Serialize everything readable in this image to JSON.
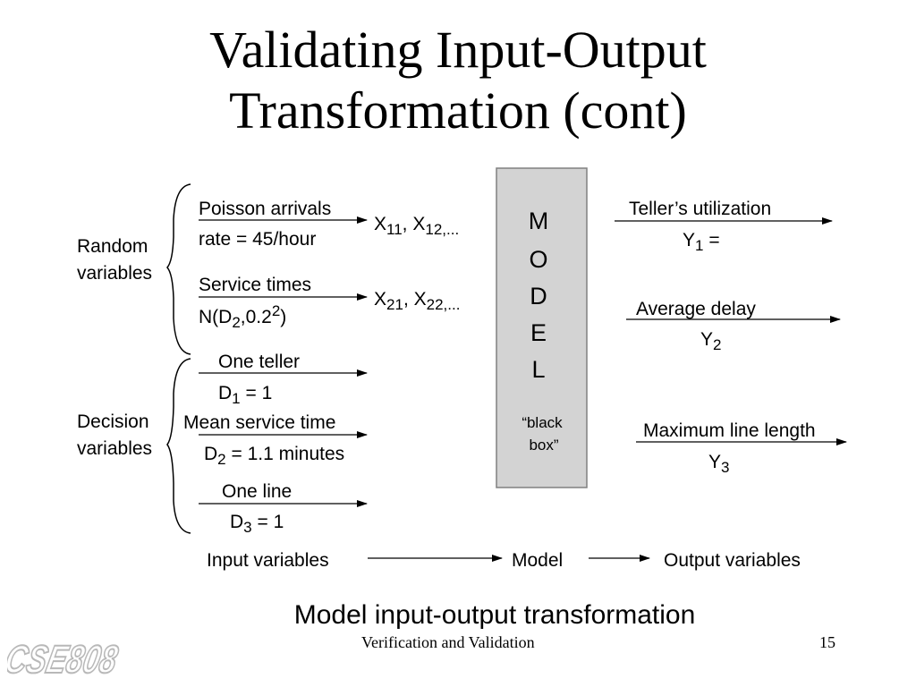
{
  "slide": {
    "title_line1": "Validating Input-Output",
    "title_line2": "Transformation (cont)",
    "caption": "Model input-output transformation",
    "footer_text": "Verification and Validation",
    "page_number": "15",
    "logo_text": "CSE808"
  },
  "groups": {
    "random": {
      "line1": "Random",
      "line2": "variables"
    },
    "decision": {
      "line1": "Decision",
      "line2": "variables"
    }
  },
  "inputs": {
    "poisson": {
      "line1": "Poisson arrivals",
      "line2": "rate = 45/hour"
    },
    "service": {
      "line1": "Service times",
      "line2_prefix": "N(D",
      "line2_sub": "2",
      "line2_mid": ",0.2",
      "line2_sup": "2",
      "line2_suffix": ")"
    },
    "teller": {
      "line1": "One teller",
      "var": "D",
      "sub": "1",
      "value": " = 1"
    },
    "mean": {
      "line1": "Mean service time",
      "var": "D",
      "sub": "2",
      "value": " = 1.1 minutes"
    },
    "line": {
      "line1": "One line",
      "var": "D",
      "sub": "3",
      "value": " = 1"
    }
  },
  "random_values": {
    "x1": {
      "a": "X",
      "a_sub": "11",
      "sep": ", X",
      "b_sub": "12,..."
    },
    "x2": {
      "a": "X",
      "a_sub": "21",
      "sep": ", X",
      "b_sub": "22,..."
    }
  },
  "model": {
    "letters": [
      "M",
      "O",
      "D",
      "E",
      "L"
    ],
    "note_line1": "“black",
    "note_line2": "box”"
  },
  "outputs": {
    "utilization": {
      "label": "Teller’s utilization",
      "var": "Y",
      "sub": "1",
      "suffix": " ="
    },
    "delay": {
      "label": "Average delay",
      "var": "Y",
      "sub": "2"
    },
    "max_line": {
      "label": "Maximum line length",
      "var": "Y",
      "sub": "3"
    }
  },
  "flow": {
    "input": "Input variables",
    "model": "Model",
    "output": "Output variables"
  },
  "colors": {
    "model_box_fill": "#d3d3d3",
    "model_box_stroke": "#808080",
    "line": "#000000"
  }
}
